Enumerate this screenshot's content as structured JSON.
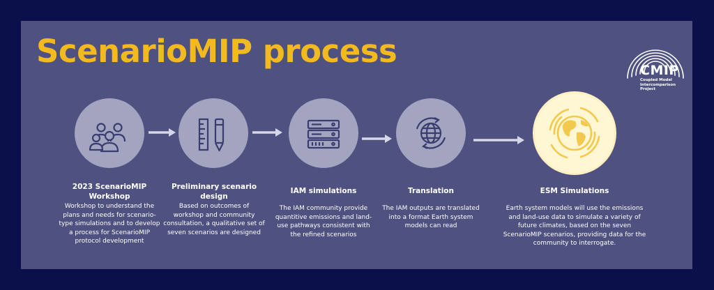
{
  "title": "ScenarioMIP process",
  "logo": {
    "name": "CMIP",
    "tagline_lines": [
      "Coupled Model",
      "Intercomparison",
      "Project"
    ]
  },
  "colors": {
    "background": "#0b0f4a",
    "panel": "#4f5181",
    "title": "#f2ba1e",
    "circle": "#a2a4c0",
    "icon": "#3a3c70",
    "highlight_circle": "#fff6d3",
    "highlight_icon": "#f2c94c",
    "arrow": "#d6d8ea"
  },
  "steps": [
    {
      "icon": "people-group-icon",
      "title_lines": [
        "2023 ScenarioMIP",
        "Workshop"
      ],
      "desc_lines": [
        "Workshop to understand the",
        "plans and needs for scenario-",
        "type simulations and to develop",
        "a process for ScenarioMIP",
        "protocol development"
      ]
    },
    {
      "icon": "ruler-pencil-icon",
      "title_lines": [
        "Preliminary scenario",
        "design"
      ],
      "desc_lines": [
        "Based on outcomes of",
        "workshop and community",
        "consultation, a qualitative set of",
        "seven scenarios are designed"
      ]
    },
    {
      "icon": "server-icon",
      "title_lines": [
        "IAM simulations"
      ],
      "desc_lines": [
        "The IAM community provide",
        "quantitive emissions and land-",
        "use pathways consistent with",
        "the refined scenarios"
      ]
    },
    {
      "icon": "globe-cycle-icon",
      "title_lines": [
        "Translation"
      ],
      "desc_lines": [
        "The IAM outputs are translated",
        "into a format Earth system",
        "models can read"
      ]
    },
    {
      "icon": "earth-icon",
      "title_lines": [
        "ESM Simulations"
      ],
      "desc_lines": [
        "Earth system models will use the emissions",
        "and land-use data to simulate a variety of",
        "future climates, based on the seven",
        "ScenarioMIP scenarios, providing data for the",
        "community to interrogate."
      ]
    }
  ]
}
